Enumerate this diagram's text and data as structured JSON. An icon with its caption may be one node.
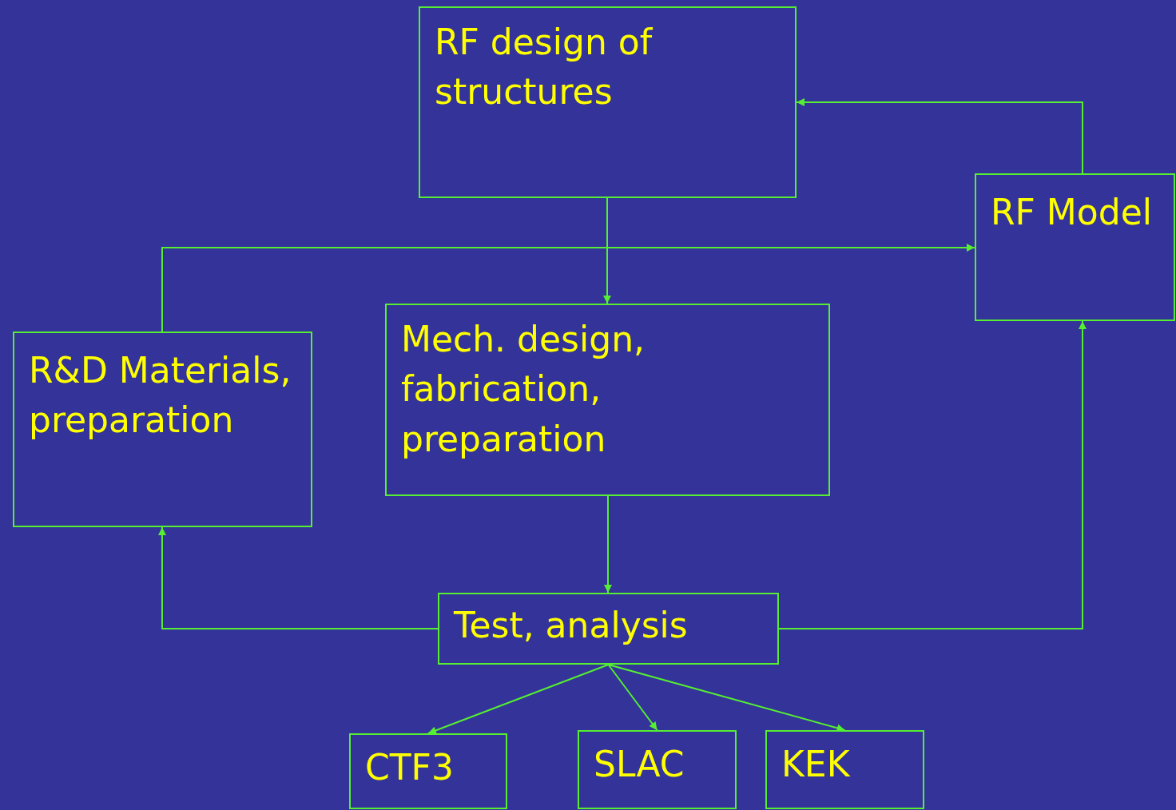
{
  "diagram": {
    "nodes": [
      {
        "text": [
          "RF design of structures"
        ]
      },
      {
        "text": [
          "RF Model"
        ]
      },
      {
        "text": [
          "R&D Materials, preparation"
        ]
      },
      {
        "text": [
          "Mech. design, fabrication, preparation"
        ]
      },
      {
        "text": [
          "Test, analysis"
        ]
      },
      {
        "text": [
          "CTF3"
        ]
      },
      {
        "text": [
          "SLAC"
        ]
      },
      {
        "text": [
          "KEK"
        ]
      }
    ],
    "edges": [
      {
        "from": 0,
        "to": 3,
        "arrow": "to"
      },
      {
        "from": 2,
        "to": 1,
        "arrow": "to"
      },
      {
        "from": 1,
        "to": 0,
        "arrow": "to"
      },
      {
        "from": 3,
        "to": 4,
        "arrow": "to"
      },
      {
        "from": 4,
        "to": 2,
        "arrow": "to"
      },
      {
        "from": 4,
        "to": 1,
        "arrow": "to"
      },
      {
        "from": 4,
        "to": 5,
        "arrow": "to"
      },
      {
        "from": 4,
        "to": 6,
        "arrow": "to"
      },
      {
        "from": 4,
        "to": 7,
        "arrow": "to"
      }
    ]
  }
}
